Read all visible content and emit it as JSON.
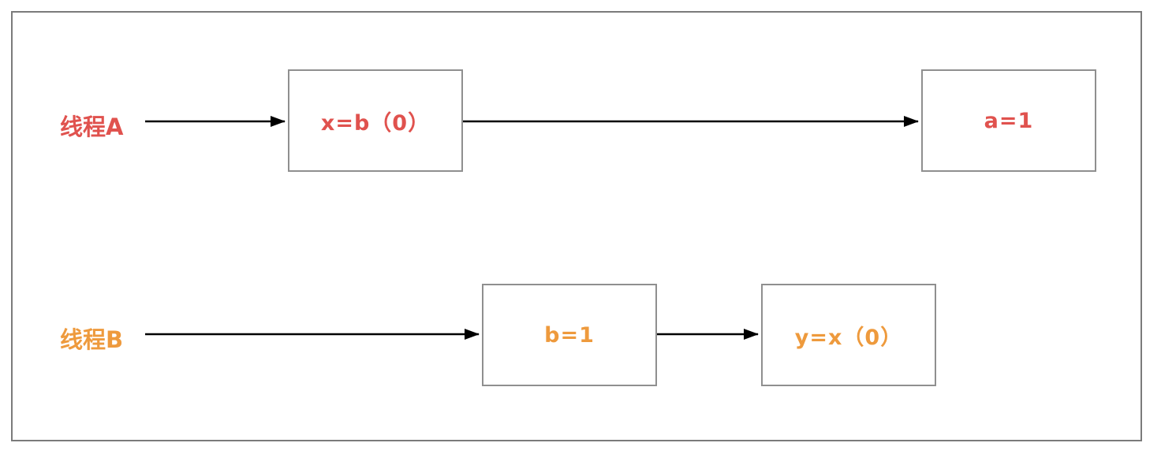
{
  "diagram": {
    "description": "Two-thread instruction reordering timeline",
    "threads": [
      {
        "label": "线程A",
        "color": "#e0524e",
        "steps": [
          "x=b（0）",
          "a=1"
        ]
      },
      {
        "label": "线程B",
        "color": "#ee9a3d",
        "steps": [
          "b=1",
          "y=x（0）"
        ]
      }
    ]
  },
  "colors": {
    "thread_a_text": "#e0524e",
    "thread_b_text": "#ee9a3d",
    "box_border": "#8f8f8f",
    "frame_border": "#7b7b7b",
    "arrow": "#000000",
    "background": "#ffffff"
  }
}
